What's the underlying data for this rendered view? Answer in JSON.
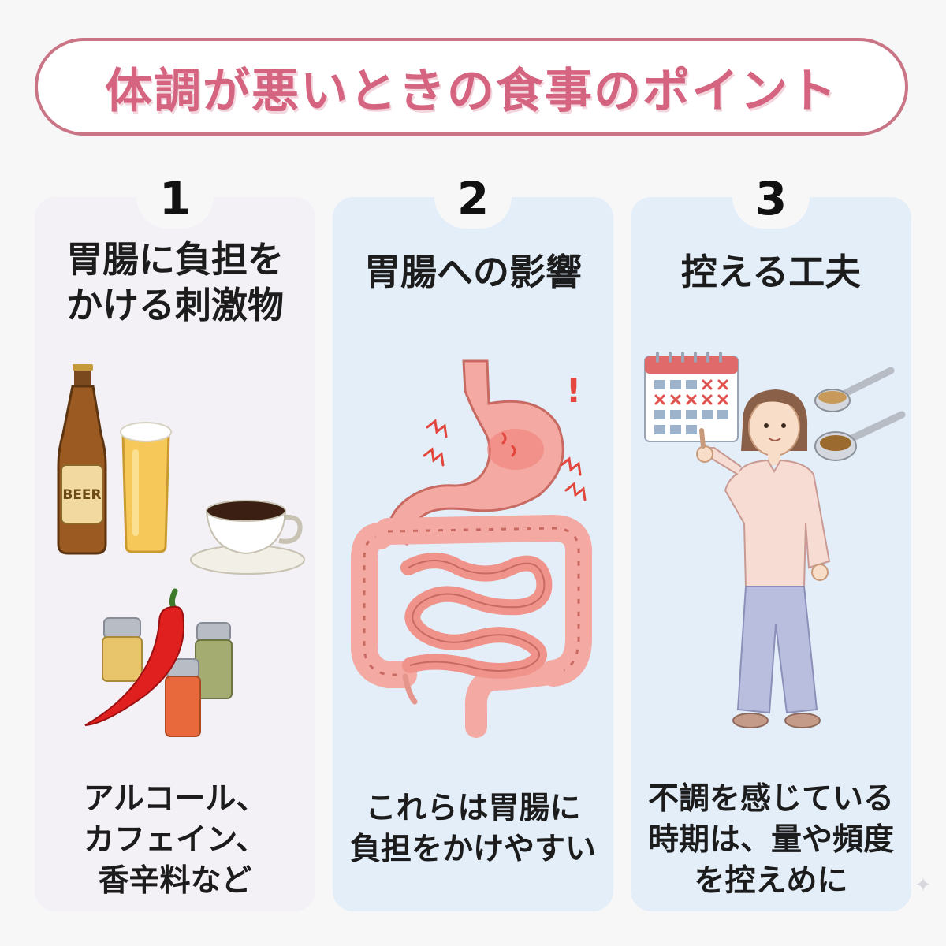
{
  "title": "体調が悪いときの食事のポイント",
  "columns": [
    {
      "number": "1",
      "heading_lines": [
        "胃腸に負担を",
        "かける刺激物"
      ],
      "beer_label": "BEER",
      "caption_lines": [
        "アルコール、",
        "カフェイン、",
        "香辛料など"
      ]
    },
    {
      "number": "2",
      "heading_lines": [
        "胃腸への影響"
      ],
      "exclamation": "!",
      "caption_lines": [
        "これらは胃腸に",
        "負担をかけやすい"
      ]
    },
    {
      "number": "3",
      "heading_lines": [
        "控える工夫"
      ],
      "caption_lines": [
        "不調を感じている",
        "時期は、量や頻度",
        "を控えめに"
      ]
    }
  ],
  "colors": {
    "title_border": "#c97586",
    "title_text": "#d4647f",
    "panel_1": "#f3f0f6",
    "panel_2": "#e3eef9",
    "panel_3": "#e3eef9"
  },
  "icons": [
    "beer-bottle-icon",
    "beer-glass-icon",
    "coffee-cup-icon",
    "spice-jar-icon",
    "chili-pepper-icon",
    "stomach-intestines-icon",
    "calendar-icon",
    "measuring-spoon-icon",
    "woman-pointing-icon",
    "sparkle-icon"
  ]
}
